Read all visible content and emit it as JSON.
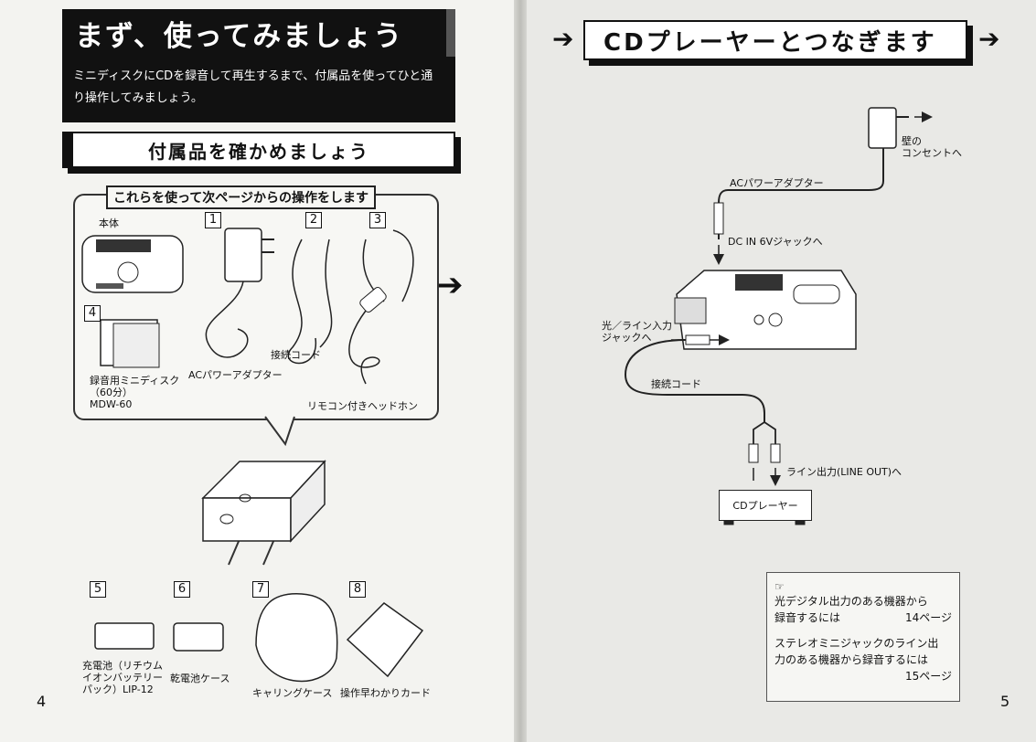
{
  "left": {
    "title": "まず、使ってみましょう",
    "intro_line1": "ミニディスクにCDを録音して再生するまで、付属品を使ってひと通",
    "intro_line2": "り操作してみましょう。",
    "subtitle": "付属品を確かめましょう",
    "accessories_header": "これらを使って次ページからの操作をします",
    "items": {
      "body": "本体",
      "n1": "1",
      "n2": "2",
      "n3": "3",
      "n4": "4",
      "n5": "5",
      "n6": "6",
      "n7": "7",
      "n8": "8",
      "ac_adapter": "ACパワーアダプター",
      "cord": "接続コード",
      "headphone": "リモコン付きヘッドホン",
      "md_line1": "録音用ミニディスク",
      "md_line2": "（60分）",
      "md_line3": "MDW-60",
      "battery_line1": "充電池（リチウム",
      "battery_line2": "イオンバッテリー",
      "battery_line3": "パック）LIP-12",
      "dry_case": "乾電池ケース",
      "carry_case": "キャリングケース",
      "quick_card": "操作早わかりカード"
    },
    "page_number": "4"
  },
  "right": {
    "title": "CDプレーヤーとつなぎます",
    "wall": "壁の",
    "outlet": "コンセントへ",
    "ac_adapter": "ACパワーアダプター",
    "dc_in": "DC IN 6Vジャックへ",
    "optical_line1": "光／ライン入力",
    "optical_line2": "ジャックへ",
    "cord": "接続コード",
    "line_out": "ライン出力(LINE OUT)へ",
    "cd_player": "CDプレーヤー",
    "note_icon": "☞",
    "note1_line1": "光デジタル出力のある機器から",
    "note1_line2": "録音するには",
    "note1_page": "14ページ",
    "note2_line1": "ステレオミニジャックのライン出",
    "note2_line2": "力のある機器から録音するには",
    "note2_page": "15ページ",
    "page_number": "5"
  },
  "colors": {
    "ink": "#111111",
    "paper": "#f3f3f0"
  }
}
